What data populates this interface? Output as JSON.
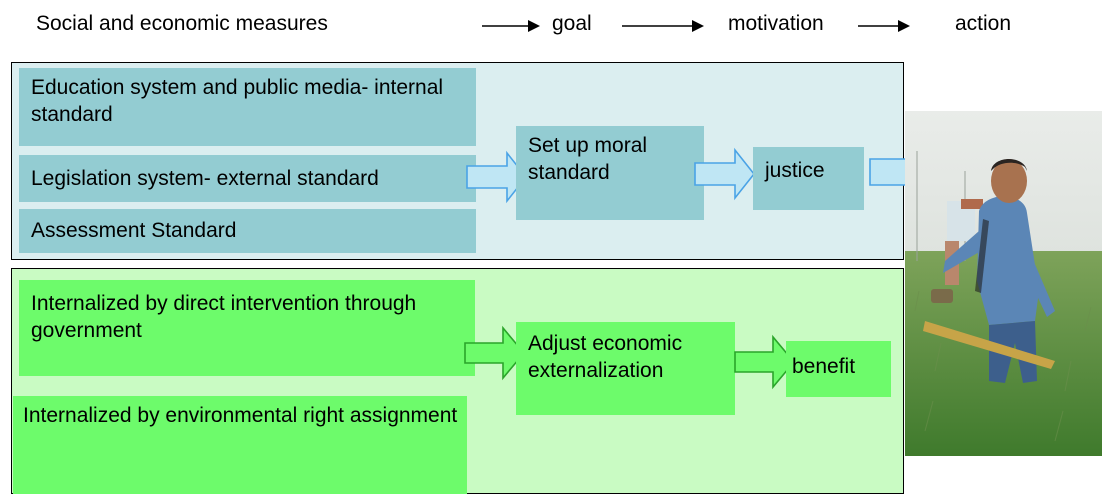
{
  "header": {
    "measures": "Social and economic measures",
    "goal": "goal",
    "motivation": "motivation",
    "action": "action"
  },
  "moral_panel": {
    "education": "Education system and public media- internal standard",
    "legislation": "Legislation system- external standard",
    "assessment": "Assessment Standard",
    "setup": "Set up moral standard",
    "justice": "justice"
  },
  "economic_panel": {
    "direct": "Internalized by direct intervention through government",
    "environmental": "Internalized by environmental right assignment",
    "adjust": "Adjust economic externalization",
    "benefit": "benefit"
  },
  "colors": {
    "moral_panel_bg": "#dbeef0",
    "moral_box": "#93ccd2",
    "moral_arrow_stroke": "#4aa3e6",
    "moral_arrow_fill": "#bfe6f4",
    "economic_panel_bg": "#c9fbc3",
    "economic_box": "#6dfb6b",
    "economic_arrow_stroke": "#2aa52a",
    "economic_arrow_fill": "#6dfb6b"
  },
  "photo": {
    "subject": "farmer-spraying-pesticide"
  }
}
